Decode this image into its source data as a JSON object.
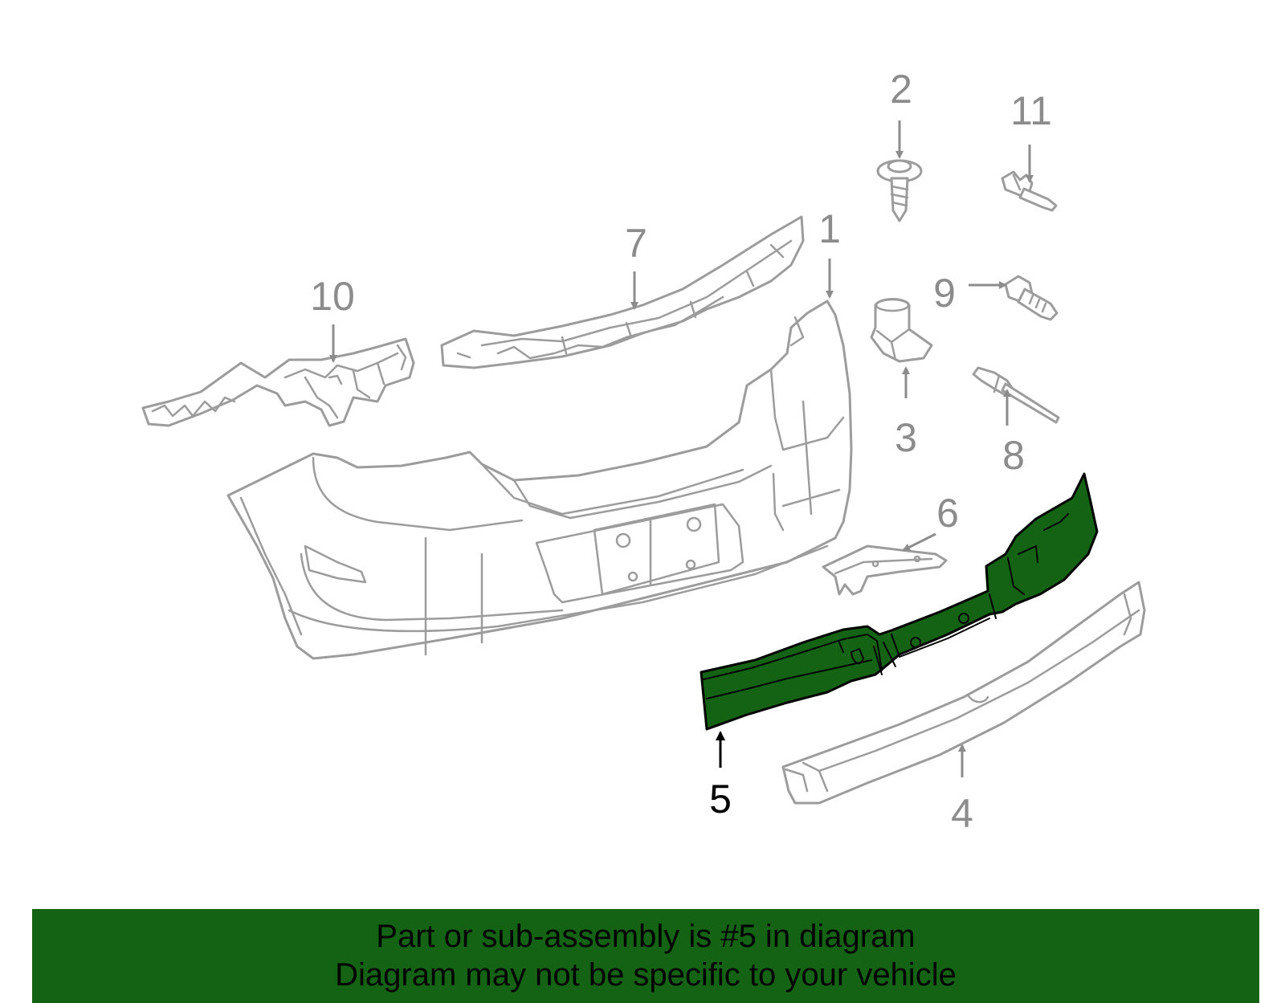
{
  "diagram": {
    "callouts": [
      {
        "id": "1",
        "label": "1"
      },
      {
        "id": "2",
        "label": "2"
      },
      {
        "id": "3",
        "label": "3"
      },
      {
        "id": "4",
        "label": "4"
      },
      {
        "id": "5",
        "label": "5"
      },
      {
        "id": "6",
        "label": "6"
      },
      {
        "id": "7",
        "label": "7"
      },
      {
        "id": "8",
        "label": "8"
      },
      {
        "id": "9",
        "label": "9"
      },
      {
        "id": "10",
        "label": "10"
      },
      {
        "id": "11",
        "label": "11"
      }
    ],
    "highlighted_part": "5",
    "colors": {
      "highlight_fill": "#146314",
      "part_stroke": "#9c9c9c",
      "callout_text": "#8c8c8c",
      "highlight_callout": "#000000"
    }
  },
  "banner": {
    "line1": "Part or sub-assembly is #5 in diagram",
    "line2": "Diagram may not be specific to your vehicle",
    "background": "#146314"
  }
}
